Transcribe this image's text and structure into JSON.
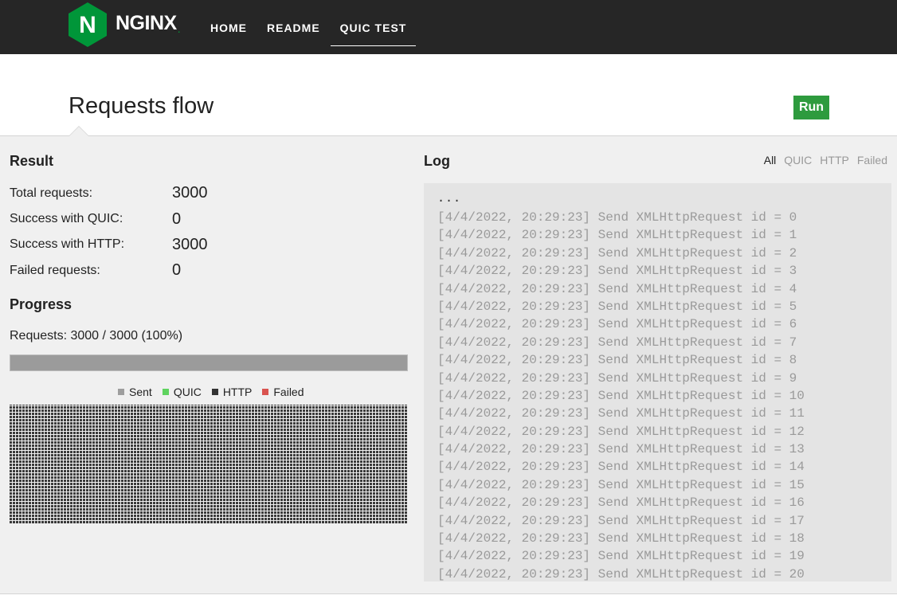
{
  "brand": {
    "name": "NGINX",
    "logo_letter": "N",
    "accent": "#009639"
  },
  "nav": [
    {
      "label": "HOME",
      "active": false
    },
    {
      "label": "README",
      "active": false
    },
    {
      "label": "QUIC TEST",
      "active": true
    }
  ],
  "page": {
    "title": "Requests flow",
    "run_label": "Run"
  },
  "result": {
    "title": "Result",
    "rows": [
      {
        "label": "Total requests:",
        "value": "3000"
      },
      {
        "label": "Success with QUIC:",
        "value": "0"
      },
      {
        "label": "Success with HTTP:",
        "value": "3000"
      },
      {
        "label": "Failed requests:",
        "value": "0"
      }
    ]
  },
  "progress": {
    "title": "Progress",
    "text": "Requests: 3000 / 3000 (100%)",
    "fraction": 1.0,
    "legend": [
      {
        "label": "Sent",
        "color": "#9e9e9e"
      },
      {
        "label": "QUIC",
        "color": "#5fd35f"
      },
      {
        "label": "HTTP",
        "color": "#333333"
      },
      {
        "label": "Failed",
        "color": "#d9534f"
      }
    ]
  },
  "log": {
    "title": "Log",
    "filters": [
      {
        "label": "All",
        "active": true
      },
      {
        "label": "QUIC",
        "active": false
      },
      {
        "label": "HTTP",
        "active": false
      },
      {
        "label": "Failed",
        "active": false
      }
    ],
    "ellipsis": "...",
    "lines": [
      "[4/4/2022, 20:29:23] Send XMLHttpRequest id = 0",
      "[4/4/2022, 20:29:23] Send XMLHttpRequest id = 1",
      "[4/4/2022, 20:29:23] Send XMLHttpRequest id = 2",
      "[4/4/2022, 20:29:23] Send XMLHttpRequest id = 3",
      "[4/4/2022, 20:29:23] Send XMLHttpRequest id = 4",
      "[4/4/2022, 20:29:23] Send XMLHttpRequest id = 5",
      "[4/4/2022, 20:29:23] Send XMLHttpRequest id = 6",
      "[4/4/2022, 20:29:23] Send XMLHttpRequest id = 7",
      "[4/4/2022, 20:29:23] Send XMLHttpRequest id = 8",
      "[4/4/2022, 20:29:23] Send XMLHttpRequest id = 9",
      "[4/4/2022, 20:29:23] Send XMLHttpRequest id = 10",
      "[4/4/2022, 20:29:23] Send XMLHttpRequest id = 11",
      "[4/4/2022, 20:29:23] Send XMLHttpRequest id = 12",
      "[4/4/2022, 20:29:23] Send XMLHttpRequest id = 13",
      "[4/4/2022, 20:29:23] Send XMLHttpRequest id = 14",
      "[4/4/2022, 20:29:23] Send XMLHttpRequest id = 15",
      "[4/4/2022, 20:29:23] Send XMLHttpRequest id = 16",
      "[4/4/2022, 20:29:23] Send XMLHttpRequest id = 17",
      "[4/4/2022, 20:29:23] Send XMLHttpRequest id = 18",
      "[4/4/2022, 20:29:23] Send XMLHttpRequest id = 19",
      "[4/4/2022, 20:29:23] Send XMLHttpRequest id = 20"
    ]
  }
}
